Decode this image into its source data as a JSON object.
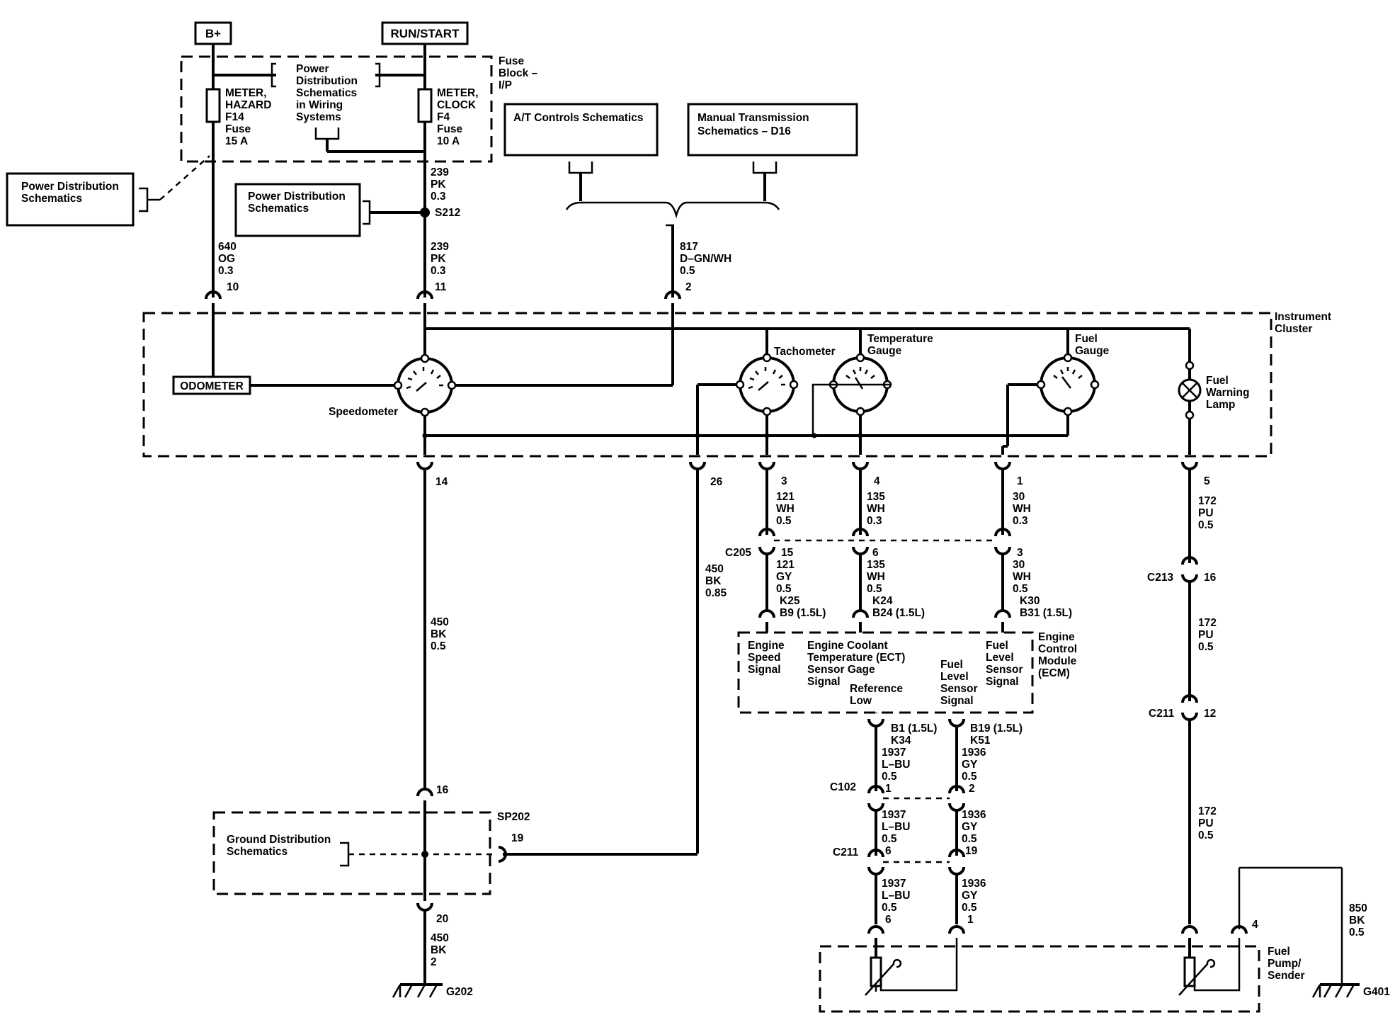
{
  "title_labels": {
    "bplus": "B+",
    "runstart": "RUN/START"
  },
  "fuse_block": {
    "label": [
      "Fuse",
      "Block –",
      "I/P"
    ],
    "fuse1": [
      "METER,",
      "HAZARD",
      "F14",
      "Fuse",
      "15 A"
    ],
    "fuse2": [
      "METER,",
      "CLOCK",
      "F4",
      "Fuse",
      "10 A"
    ],
    "pd_ref": [
      "Power",
      "Distribution",
      "Schematics",
      "in Wiring",
      "Systems"
    ]
  },
  "refs": {
    "pd_left": [
      "Power Distribution",
      "Schematics"
    ],
    "pd_mid": [
      "Power Distribution",
      "Schematics"
    ],
    "at_controls": [
      "A/T Controls Schematics"
    ],
    "manual_trans": [
      "Manual Transmission",
      "Schematics – D16"
    ],
    "ground_dist": [
      "Ground Distribution",
      "Schematics"
    ]
  },
  "wires": {
    "w239a": [
      "239",
      "PK",
      "0.3"
    ],
    "s212": "S212",
    "w239b": [
      "239",
      "PK",
      "0.3"
    ],
    "w640": [
      "640",
      "OG",
      "0.3"
    ],
    "w817": [
      "817",
      "D–GN/WH",
      "0.5"
    ],
    "pin10": "10",
    "pin11": "11",
    "pin2": "2",
    "pin14": "14",
    "pin26": "26",
    "pin3": "3",
    "pin4": "4",
    "pin1": "1",
    "pin5": "5",
    "w121a": [
      "121",
      "WH",
      "0.5"
    ],
    "w135a": [
      "135",
      "WH",
      "0.3"
    ],
    "w30a": [
      "30",
      "WH",
      "0.3"
    ],
    "w172a": [
      "172",
      "PU",
      "0.5"
    ],
    "c205": "C205",
    "p15": "15",
    "p6": "6",
    "p3": "3",
    "w121b": [
      "121",
      "GY",
      "0.5"
    ],
    "w135b": [
      "135",
      "WH",
      "0.5"
    ],
    "w30b": [
      "30",
      "WH",
      "0.5"
    ],
    "k25": [
      "K25",
      "B9 (1.5L)"
    ],
    "k24": [
      "K24",
      "B24 (1.5L)"
    ],
    "k30": [
      "K30",
      "B31 (1.5L)"
    ],
    "c213": "C213",
    "p16": "16",
    "w172b": [
      "172",
      "PU",
      "0.5"
    ],
    "c211a": "C211",
    "p12": "12",
    "w172c": [
      "172",
      "PU",
      "0.5"
    ],
    "w450a": [
      "450",
      "BK",
      "0.5"
    ],
    "w450b": [
      "450",
      "BK",
      "0.85"
    ],
    "pin16": "16",
    "sp202": "SP202",
    "pin19": "19",
    "pin20": "20",
    "w450c": [
      "450",
      "BK",
      "2"
    ],
    "g202": "G202",
    "b1": [
      "B1 (1.5L)",
      "K34"
    ],
    "b19": [
      "B19 (1.5L)",
      "K51"
    ],
    "w1937a": [
      "1937",
      "L–BU",
      "0.5"
    ],
    "w1936a": [
      "1936",
      "GY",
      "0.5"
    ],
    "c102": "C102",
    "p1": "1",
    "p2": "2",
    "w1937b": [
      "1937",
      "L–BU",
      "0.5"
    ],
    "w1936b": [
      "1936",
      "GY",
      "0.5"
    ],
    "c211b": "C211",
    "p6b": "6",
    "p19": "19",
    "w1937c": [
      "1937",
      "L–BU",
      "0.5"
    ],
    "w1936c": [
      "1936",
      "GY",
      "0.5"
    ],
    "p6c": "6",
    "p1c": "1",
    "pin4b": "4",
    "w850": [
      "850",
      "BK",
      "0.5"
    ],
    "g401": "G401"
  },
  "cluster": {
    "label": [
      "Instrument",
      "Cluster"
    ],
    "odometer": "ODOMETER",
    "speedometer": "Speedometer",
    "tachometer": "Tachometer",
    "temp": [
      "Temperature",
      "Gauge"
    ],
    "fuel": [
      "Fuel",
      "Gauge"
    ],
    "lamp": [
      "Fuel",
      "Warning",
      "Lamp"
    ]
  },
  "ecm": {
    "label": [
      "Engine",
      "Control",
      "Module",
      "(ECM)"
    ],
    "speed": [
      "Engine",
      "Speed",
      "Signal"
    ],
    "ect": [
      "Engine Coolant",
      "Temperature (ECT)",
      "Sensor Gage",
      "Signal"
    ],
    "ref": [
      "Reference",
      "Low"
    ],
    "fls": [
      "Fuel",
      "Level",
      "Sensor",
      "Signal"
    ],
    "fls2": [
      "Fuel",
      "Level",
      "Sensor",
      "Signal"
    ]
  },
  "pump": {
    "label": [
      "Fuel",
      "Pump/",
      "Sender"
    ]
  }
}
